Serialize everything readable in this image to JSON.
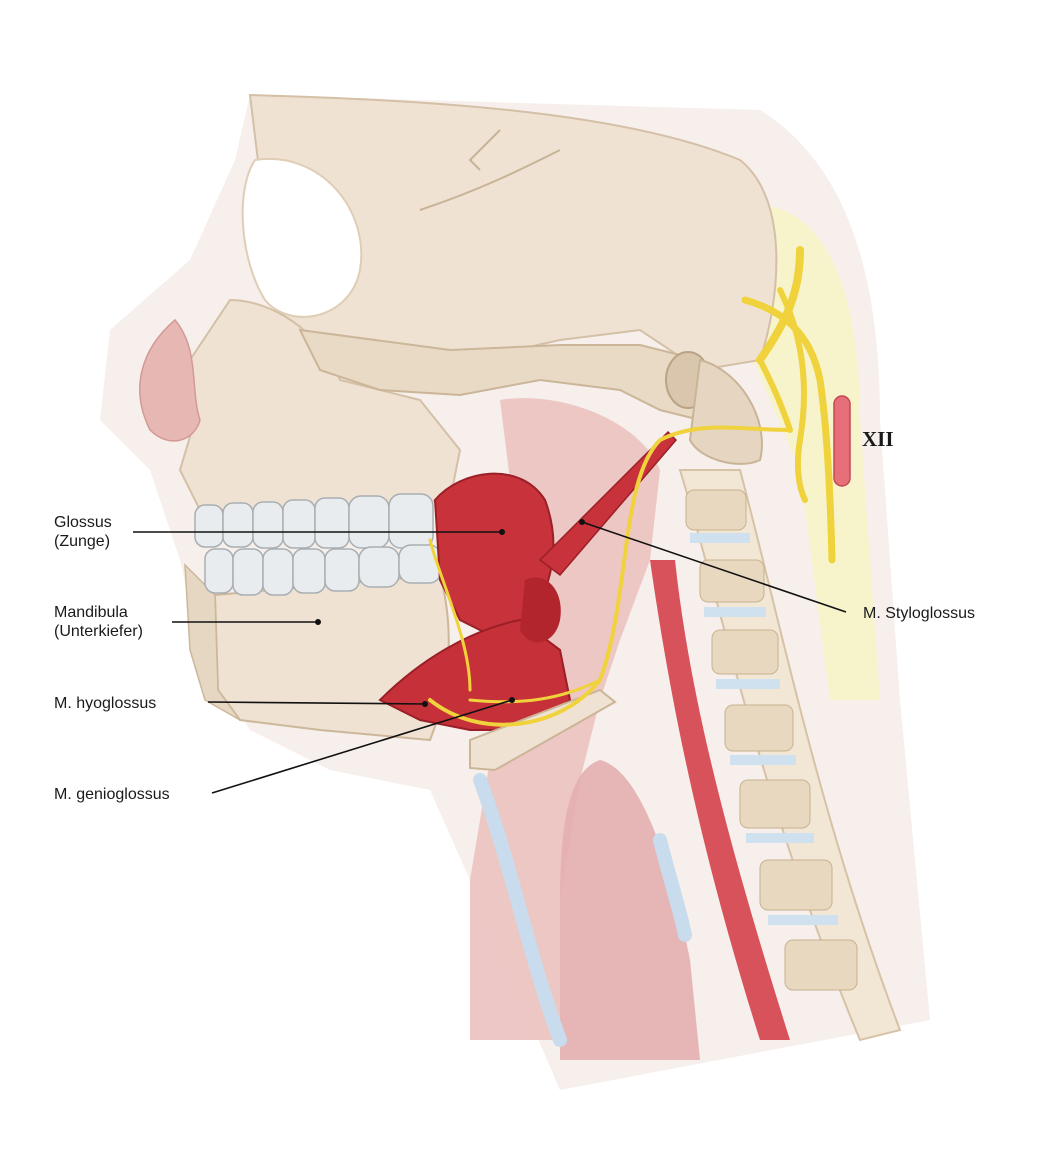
{
  "labels": {
    "glossus": {
      "line1": "Glossus",
      "line2": "(Zunge)"
    },
    "mandibula": {
      "line1": "Mandibula",
      "line2": "(Unterkiefer)"
    },
    "hyoglossus": "M. hyoglossus",
    "genioglossus": "M. genioglossus",
    "styloglossus": "M. Styloglossus",
    "nerve": "XII"
  },
  "colors": {
    "bone": "#efe2d2",
    "bone_shadow": "#dccab3",
    "skin": "#f6ece6",
    "muscle": "#c8323a",
    "muscle_dark": "#9b1f27",
    "nerve": "#f0d23c",
    "nerve_bg": "#f7f3c8",
    "mucosa": "#ecc4c2",
    "artery": "#e8828a",
    "vein": "#cfe0ef",
    "leader": "#111111"
  }
}
